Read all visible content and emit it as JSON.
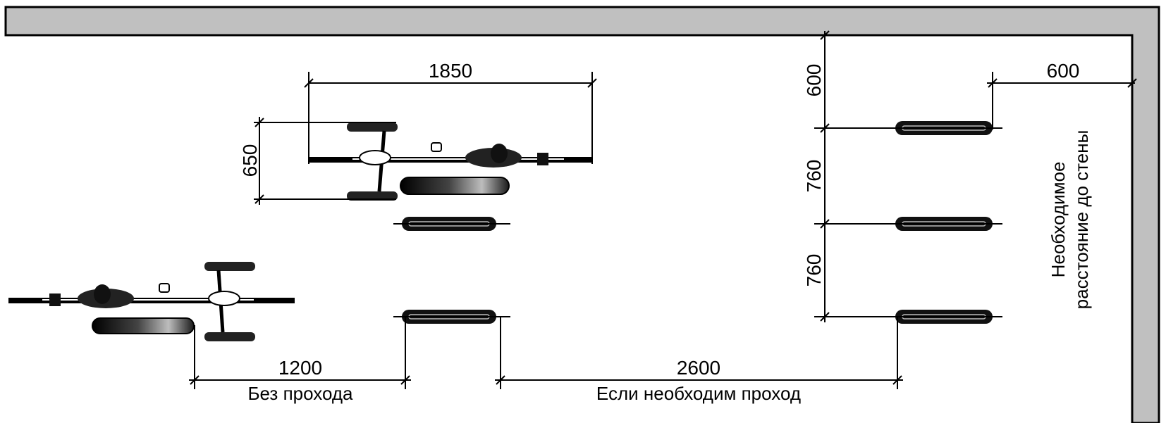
{
  "dimensions": {
    "bike_length": "1850",
    "bike_width": "650",
    "gap_no_aisle": "1200",
    "gap_with_aisle": "2600",
    "dist_top": "600",
    "spacing_1": "760",
    "spacing_2": "760",
    "dist_wall": "600"
  },
  "notes": {
    "no_aisle": "Без прохода",
    "with_aisle": "Если необходим проход",
    "wall_line1": "Необходимое",
    "wall_line2": "расстояние до стены"
  },
  "colors": {
    "wall": "#c0c0c0",
    "ink": "#000000"
  }
}
